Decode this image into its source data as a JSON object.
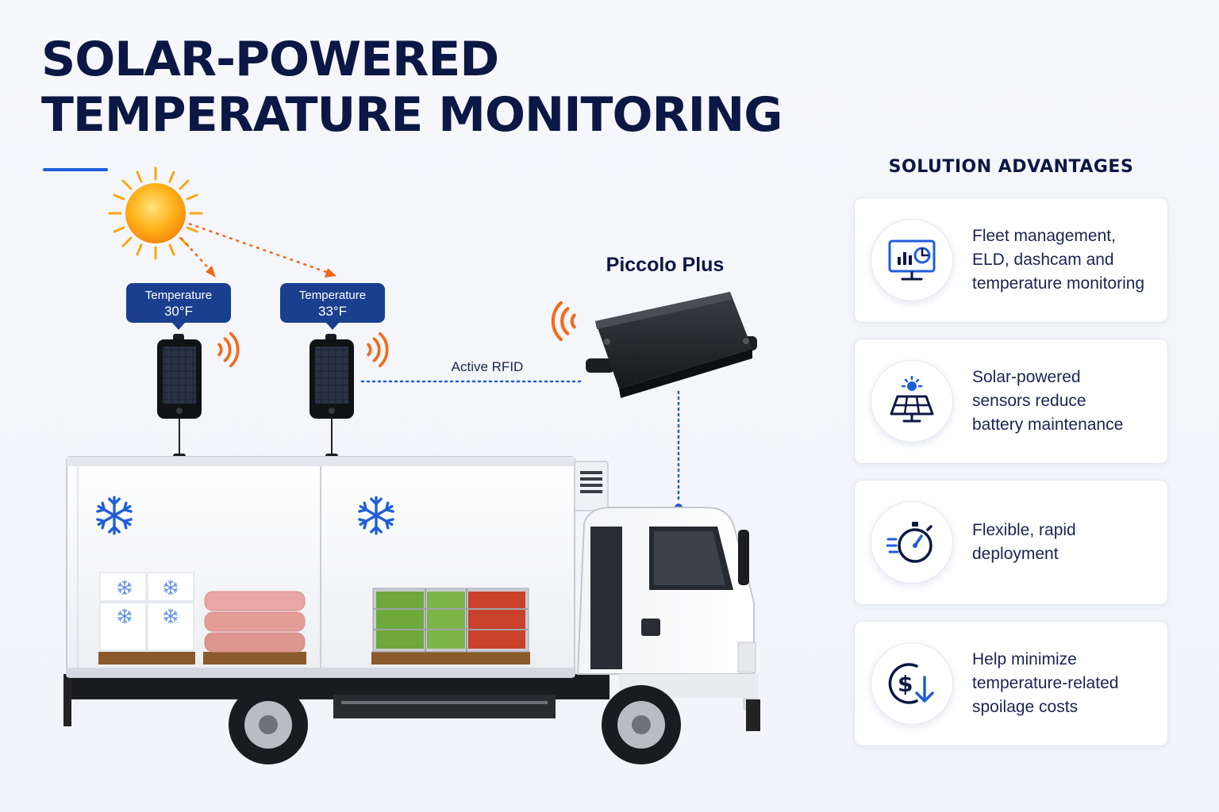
{
  "title": {
    "line1": "SOLAR-POWERED",
    "line2": "TEMPERATURE MONITORING"
  },
  "sensors": [
    {
      "label": "Temperature",
      "value": "30°F"
    },
    {
      "label": "Temperature",
      "value": "33°F"
    }
  ],
  "link_label": "Active RFID",
  "device_label": "Piccolo Plus",
  "advantages": {
    "heading": "SOLUTION ADVANTAGES",
    "items": [
      {
        "icon": "monitor-chart-icon",
        "lines": [
          "Fleet management,",
          "ELD, dashcam and",
          "temperature monitoring"
        ]
      },
      {
        "icon": "solar-panel-icon",
        "lines": [
          "Solar-powered",
          "sensors reduce",
          "battery maintenance"
        ]
      },
      {
        "icon": "stopwatch-icon",
        "lines": [
          "Flexible, rapid",
          "deployment"
        ]
      },
      {
        "icon": "dollar-down-icon",
        "lines": [
          "Help minimize",
          "temperature-related",
          "spoilage costs"
        ]
      }
    ]
  },
  "colors": {
    "navy": "#0b1744",
    "accent_blue": "#1f5ed8",
    "signal_orange": "#f26a1b",
    "sensor_tag": "#1a3f8f"
  }
}
